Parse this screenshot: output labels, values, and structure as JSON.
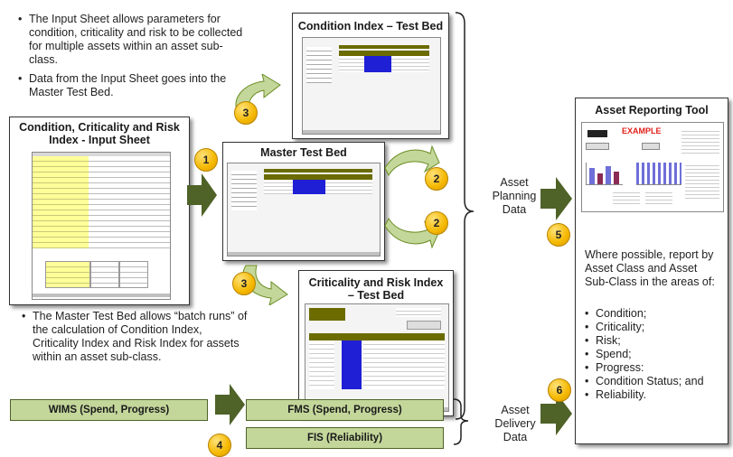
{
  "intro_bullets": [
    "The Input Sheet allows parameters for condition, criticality and risk to be collected for multiple assets within an asset sub-class.",
    "Data from the Input Sheet goes into the Master Test Bed."
  ],
  "batch_bullet": "The Master Test Bed allows “batch runs” of the calculation of Condition Index, Criticality Index and Risk Index for assets within an asset sub-class.",
  "panels": {
    "input_sheet": "Condition, Criticality and Risk Index - Input Sheet",
    "condition_index": "Condition Index – Test Bed",
    "master": "Master Test Bed",
    "criticality": "Criticality and Risk Index – Test Bed",
    "reporting": "Asset Reporting Tool"
  },
  "reporting": {
    "example_label": "EXAMPLE",
    "intro": "Where possible, report by Asset Class and Asset Sub-Class in the areas of:",
    "items": [
      "Condition;",
      "Criticality;",
      "Risk;",
      "Spend;",
      "Progress:",
      "Condition Status; and",
      "Reliability."
    ]
  },
  "bars": {
    "wims": "WIMS (Spend, Progress)",
    "fms": "FMS (Spend, Progress)",
    "fis": "FIS (Reliability)"
  },
  "labels": {
    "planning": "Asset Planning Data",
    "delivery": "Asset Delivery Data"
  },
  "steps": [
    "1",
    "2",
    "2",
    "3",
    "3",
    "4",
    "5",
    "6"
  ],
  "colors": {
    "arrow_fill": "#4f6228",
    "curved_arrow_fill": "#c4d79b",
    "bar_fill": "#c4d79b",
    "step_circle": "#f5b800",
    "sheet_highlight": "#ffff99",
    "sheet_header": "#6b6b00",
    "test_bed_data": "#1f1fd6",
    "chart_bar_blue": "#6f6fd8",
    "chart_bar_red": "#8b2a55",
    "example_text": "#e0211b"
  }
}
